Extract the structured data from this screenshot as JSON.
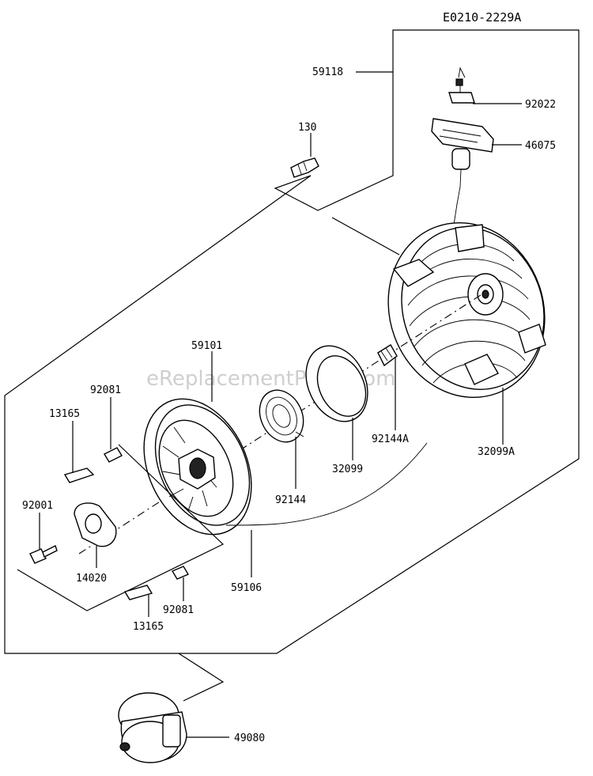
{
  "diagram_code": "E0210-2229A",
  "watermark": "eReplacementParts.com",
  "labels": {
    "p59118": "59118",
    "p130": "130",
    "p92022": "92022",
    "p46075": "46075",
    "p59101": "59101",
    "p92081_top": "92081",
    "p13165_top": "13165",
    "p92001": "92001",
    "p14020": "14020",
    "p92081_bot": "92081",
    "p13165_bot": "13165",
    "p59106": "59106",
    "p92144": "92144",
    "p32099": "32099",
    "p92144A": "92144A",
    "p32099A": "32099A",
    "p49080": "49080"
  }
}
